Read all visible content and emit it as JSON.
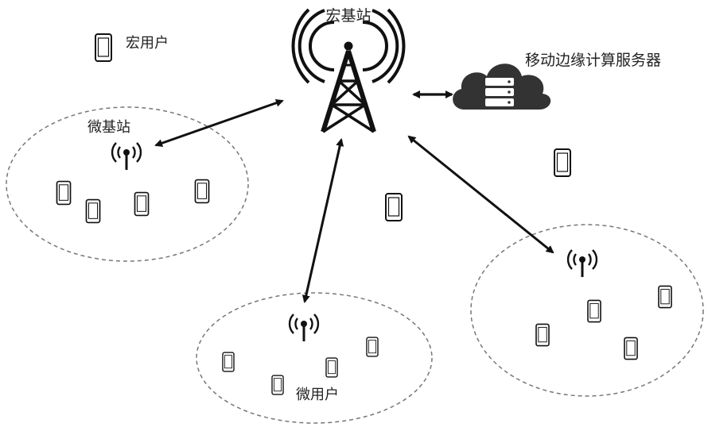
{
  "labels": {
    "macro_base_station": "宏基站",
    "macro_user": "宏用户",
    "mec_server": "移动边缘计算服务器",
    "micro_base_station": "微基站",
    "micro_user": "微用户"
  },
  "icons": {
    "phone": "phone-icon",
    "tower": "macro-tower-icon",
    "antenna": "micro-antenna-icon",
    "cloud_server": "cloud-server-icon"
  },
  "colors": {
    "stroke": "#111111",
    "dashed": "#777777",
    "cloud": "#333333"
  }
}
